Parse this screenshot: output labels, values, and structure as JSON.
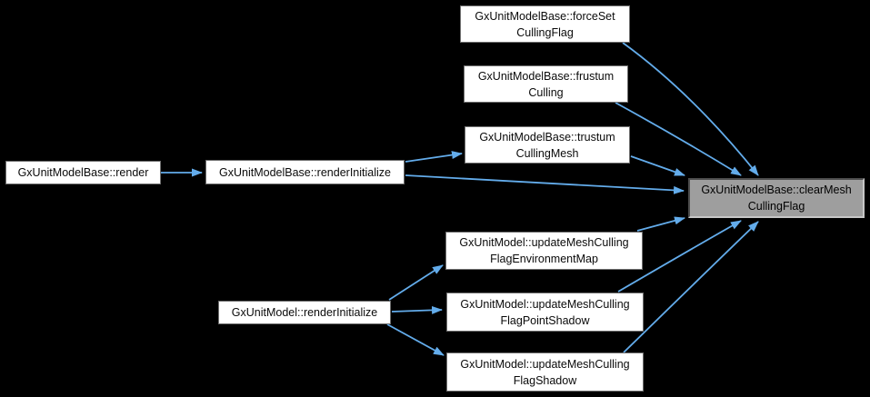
{
  "graph": {
    "type": "call-graph",
    "highlighted_node": "GxUnitModelBase::clearMeshCullingFlag",
    "nodes": [
      {
        "id": "forceSetCullingFlag",
        "lines": [
          "GxUnitModelBase::forceSet",
          "CullingFlag"
        ]
      },
      {
        "id": "frustumCulling",
        "lines": [
          "GxUnitModelBase::frustum",
          "Culling"
        ]
      },
      {
        "id": "trustumCullingMesh",
        "lines": [
          "GxUnitModelBase::trustum",
          "CullingMesh"
        ]
      },
      {
        "id": "render",
        "lines": [
          "GxUnitModelBase::render"
        ]
      },
      {
        "id": "renderInitializeBase",
        "lines": [
          "GxUnitModelBase::renderInitialize"
        ]
      },
      {
        "id": "clearMeshCullingFlag",
        "lines": [
          "GxUnitModelBase::clearMesh",
          "CullingFlag"
        ]
      },
      {
        "id": "updateMeshCullingFlagEnvironmentMap",
        "lines": [
          "GxUnitModel::updateMeshCulling",
          "FlagEnvironmentMap"
        ]
      },
      {
        "id": "renderInitializeModel",
        "lines": [
          "GxUnitModel::renderInitialize"
        ]
      },
      {
        "id": "updateMeshCullingFlagPointShadow",
        "lines": [
          "GxUnitModel::updateMeshCulling",
          "FlagPointShadow"
        ]
      },
      {
        "id": "updateMeshCullingFlagShadow",
        "lines": [
          "GxUnitModel::updateMeshCulling",
          "FlagShadow"
        ]
      }
    ],
    "edges": [
      {
        "from": "render",
        "to": "renderInitializeBase"
      },
      {
        "from": "renderInitializeBase",
        "to": "trustumCullingMesh"
      },
      {
        "from": "renderInitializeBase",
        "to": "clearMeshCullingFlag"
      },
      {
        "from": "forceSetCullingFlag",
        "to": "clearMeshCullingFlag"
      },
      {
        "from": "frustumCulling",
        "to": "clearMeshCullingFlag"
      },
      {
        "from": "trustumCullingMesh",
        "to": "clearMeshCullingFlag"
      },
      {
        "from": "updateMeshCullingFlagEnvironmentMap",
        "to": "clearMeshCullingFlag"
      },
      {
        "from": "updateMeshCullingFlagPointShadow",
        "to": "clearMeshCullingFlag"
      },
      {
        "from": "updateMeshCullingFlagShadow",
        "to": "clearMeshCullingFlag"
      },
      {
        "from": "renderInitializeModel",
        "to": "updateMeshCullingFlagEnvironmentMap"
      },
      {
        "from": "renderInitializeModel",
        "to": "updateMeshCullingFlagPointShadow"
      },
      {
        "from": "renderInitializeModel",
        "to": "updateMeshCullingFlagShadow"
      }
    ],
    "colors": {
      "background": "#000000",
      "node_fill": "#ffffff",
      "node_border": "#6f6f6f",
      "highlight_fill": "#9e9e9e",
      "highlight_border": "#4c4c4c",
      "edge": "#63aceb",
      "text": "#000000"
    }
  }
}
